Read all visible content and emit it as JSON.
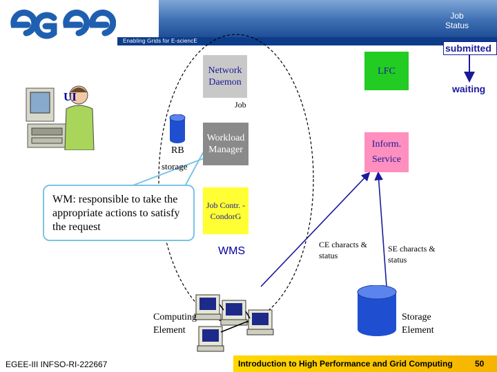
{
  "header": {
    "tagline": "Enabling Grids for E-sciencE",
    "title_lines": [
      "Job",
      "Status"
    ]
  },
  "boxes": {
    "network_daemon": "Network Daemon",
    "lfc": "LFC",
    "workload_manager": "Workload Manager",
    "inform_service": "Inform. Service",
    "job_contr": "Job Contr. - CondorG"
  },
  "labels": {
    "ui": "UI",
    "job": "Job",
    "rb": "RB",
    "rb_storage": "storage",
    "wms": "WMS",
    "ce": "CE characts & status",
    "se": "SE characts & status",
    "computing_element": "Computing Element",
    "storage_element": "Storage Element"
  },
  "callout": "WM: responsible to take the appropriate actions to satisfy the request",
  "status": {
    "submitted": "submitted",
    "waiting": "waiting"
  },
  "footer": {
    "left": "EGEE-III INFSO-RI-222667",
    "course": "Introduction to High Performance and Grid Computing",
    "page_number": "50"
  },
  "colors": {
    "header_blue": "#1f4e96",
    "lfc_green": "#22cc22",
    "info_pink": "#ff8fbf",
    "jobctl_yellow": "#ffff33",
    "text_blue": "#1a1a99"
  }
}
